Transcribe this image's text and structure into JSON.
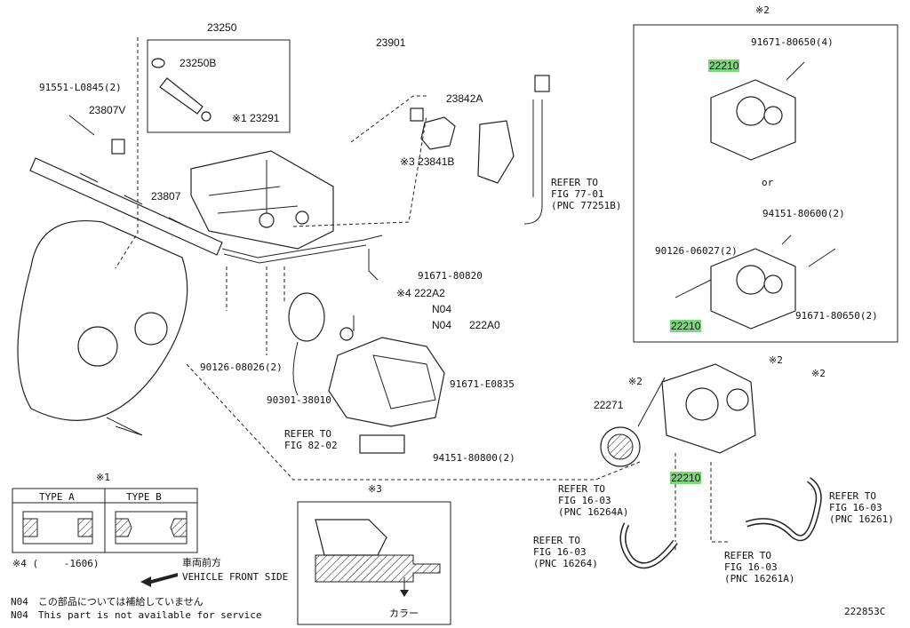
{
  "labels": {
    "p23250": "23250",
    "p23250B": "23250B",
    "p23291": "※1 23291",
    "p91551": "91551-L0845(2)",
    "p23807V": "23807V",
    "p23807": "23807",
    "p23901": "23901",
    "p23842A": "23842A",
    "p23841B": "※3 23841B",
    "refer77": "REFER TO",
    "refer77b": "FIG 77-01",
    "refer77c": "(PNC 77251B)",
    "p91671_80820": "91671-80820",
    "p222A2": "※4 222A2",
    "pN04a": "N04",
    "pN04b": "N04",
    "p222A0": "222A0",
    "p90126_08026": "90126-08026(2)",
    "p90301": "90301-38010",
    "p91671_E0835": "91671-E0835",
    "refer82": "REFER TO",
    "refer82b": "FIG 82-02",
    "p94151_80800": "94151-80800(2)",
    "p22271": "22271",
    "x2a": "※2",
    "x2b": "※2",
    "x2c": "※2",
    "p22210_main": "22210",
    "refer16a": "REFER TO",
    "refer16a2": "FIG 16-03",
    "refer16a3": "(PNC 16264A)",
    "refer16b": "REFER TO",
    "refer16b2": "FIG 16-03",
    "refer16b3": "(PNC 16264)",
    "refer16c": "REFER TO",
    "refer16c2": "FIG 16-03",
    "refer16c3": "(PNC 16261A)",
    "refer16d": "REFER TO",
    "refer16d2": "FIG 16-03",
    "refer16d3": "(PNC 16261)",
    "x2top": "※2",
    "box_91671_80650_4": "91671-80650(4)",
    "box_22210_a": "22210",
    "box_or": "or",
    "box_94151_80600": "94151-80600(2)",
    "box_90126_06027": "90126-06027(2)",
    "box_91671_80650_2": "91671-80650(2)",
    "box_22210_b": "22210",
    "x1": "※1",
    "typeA": "TYPE A",
    "typeB": "TYPE B",
    "x4note": "※4 (　　 -1606)",
    "x3": "※3",
    "collar": "カラー",
    "front_jp": "車両前方",
    "front_en": "VEHICLE FRONT SIDE",
    "n04_jp": "N04　この部品については補給していません",
    "n04_en": "N04　This part is not available for service",
    "diagram_id": "222853C"
  },
  "colors": {
    "highlight": "#7cd77c",
    "line": "#222222"
  }
}
